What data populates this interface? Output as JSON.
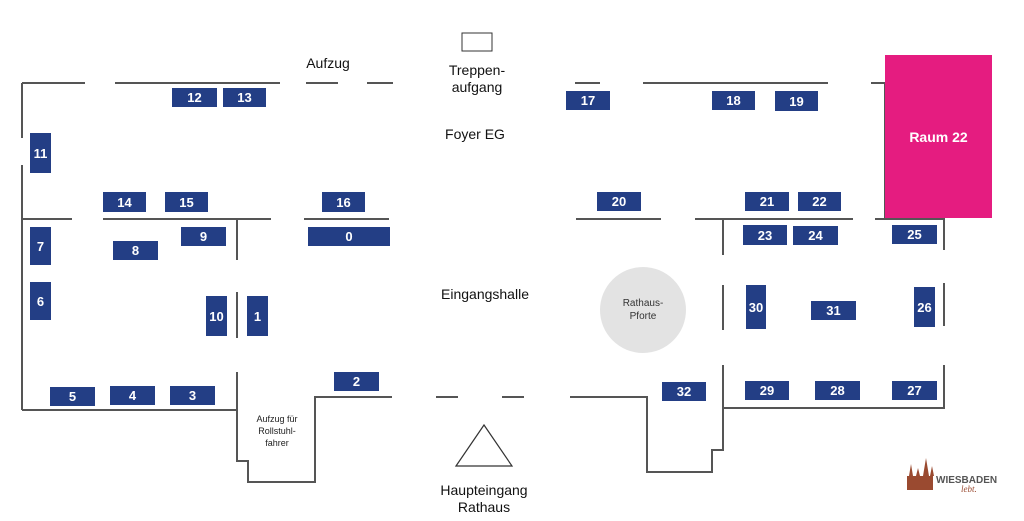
{
  "labels": {
    "elevator": "Aufzug",
    "stairs": "Treppen-\naufgang",
    "stairs_line1": "Treppen-",
    "stairs_line2": "aufgang",
    "foyer": "Foyer EG",
    "hall": "Eingangshalle",
    "wheelchair_line1": "Aufzug für",
    "wheelchair_line2": "Rollstuhl-",
    "wheelchair_line3": "fahrer",
    "main_entrance_line1": "Haupteingang",
    "main_entrance_line2": "Rathaus",
    "porter_line1": "Rathaus-",
    "porter_line2": "Pforte",
    "room": "Raum 22"
  },
  "booths": {
    "b0": "0",
    "b1": "1",
    "b2": "2",
    "b3": "3",
    "b4": "4",
    "b5": "5",
    "b6": "6",
    "b7": "7",
    "b8": "8",
    "b9": "9",
    "b10": "10",
    "b11": "11",
    "b12": "12",
    "b13": "13",
    "b14": "14",
    "b15": "15",
    "b16": "16",
    "b17": "17",
    "b18": "18",
    "b19": "19",
    "b20": "20",
    "b21": "21",
    "b22": "22",
    "b23": "23",
    "b24": "24",
    "b25": "25",
    "b26": "26",
    "b27": "27",
    "b28": "28",
    "b29": "29",
    "b30": "30",
    "b31": "31",
    "b32": "32"
  },
  "logo": {
    "name": "WIESBADEN",
    "tagline": "lebt."
  },
  "colors": {
    "booth": "#233e85",
    "room": "#e51c80",
    "porter": "#e3e3e3",
    "wall": "#555555"
  }
}
